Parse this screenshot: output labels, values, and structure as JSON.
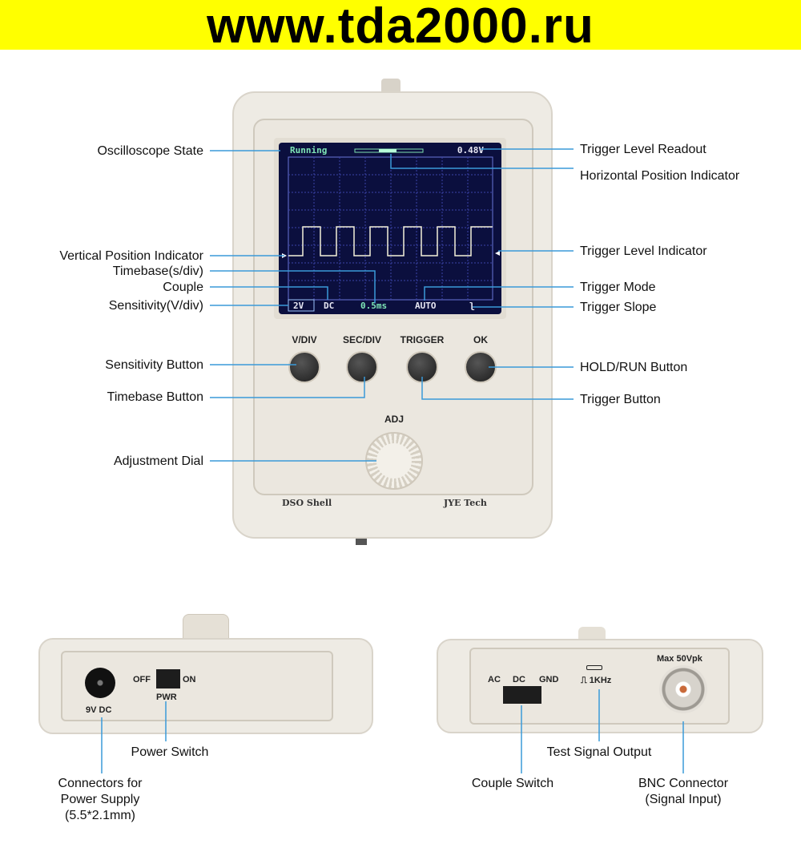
{
  "banner": "www.tda2000.ru",
  "screen": {
    "state": "Running",
    "trigger_level": "0.48V",
    "sensitivity": "2V",
    "couple": "DC",
    "timebase": "0.5ms",
    "trigger_mode": "AUTO",
    "trigger_slope": "ʅ"
  },
  "buttons": [
    "V/DIV",
    "SEC/DIV",
    "TRIGGER",
    "OK"
  ],
  "dial_label": "ADJ",
  "brand_left": "DSO Shell",
  "brand_right": "JYE Tech",
  "callouts_left": [
    "Oscilloscope State",
    "Vertical Position Indicator",
    "Timebase(s/div)",
    "Couple",
    "Sensitivity(V/div)",
    "Sensitivity Button",
    "Timebase Button",
    "Adjustment Dial"
  ],
  "callouts_right": [
    "Trigger Level Readout",
    "Horizontal Position Indicator",
    "Trigger Level Indicator",
    "Trigger Mode",
    "Trigger Slope",
    "HOLD/RUN Button",
    "Trigger Button"
  ],
  "side_left": {
    "off": "OFF",
    "on": "ON",
    "pwr": "PWR",
    "power_in": "9V DC"
  },
  "side_right": {
    "ac": "AC",
    "dc": "DC",
    "gnd": "GND",
    "test": "⎍ 1KHz",
    "max": "Max 50Vpk"
  },
  "bottom_callouts": {
    "power_switch": "Power Switch",
    "connectors": [
      "Connectors for",
      "Power Supply",
      "(5.5*2.1mm)"
    ],
    "couple_switch": "Couple Switch",
    "test_signal": "Test Signal Output",
    "bnc": [
      "BNC Connector",
      "(Signal Input)"
    ]
  }
}
